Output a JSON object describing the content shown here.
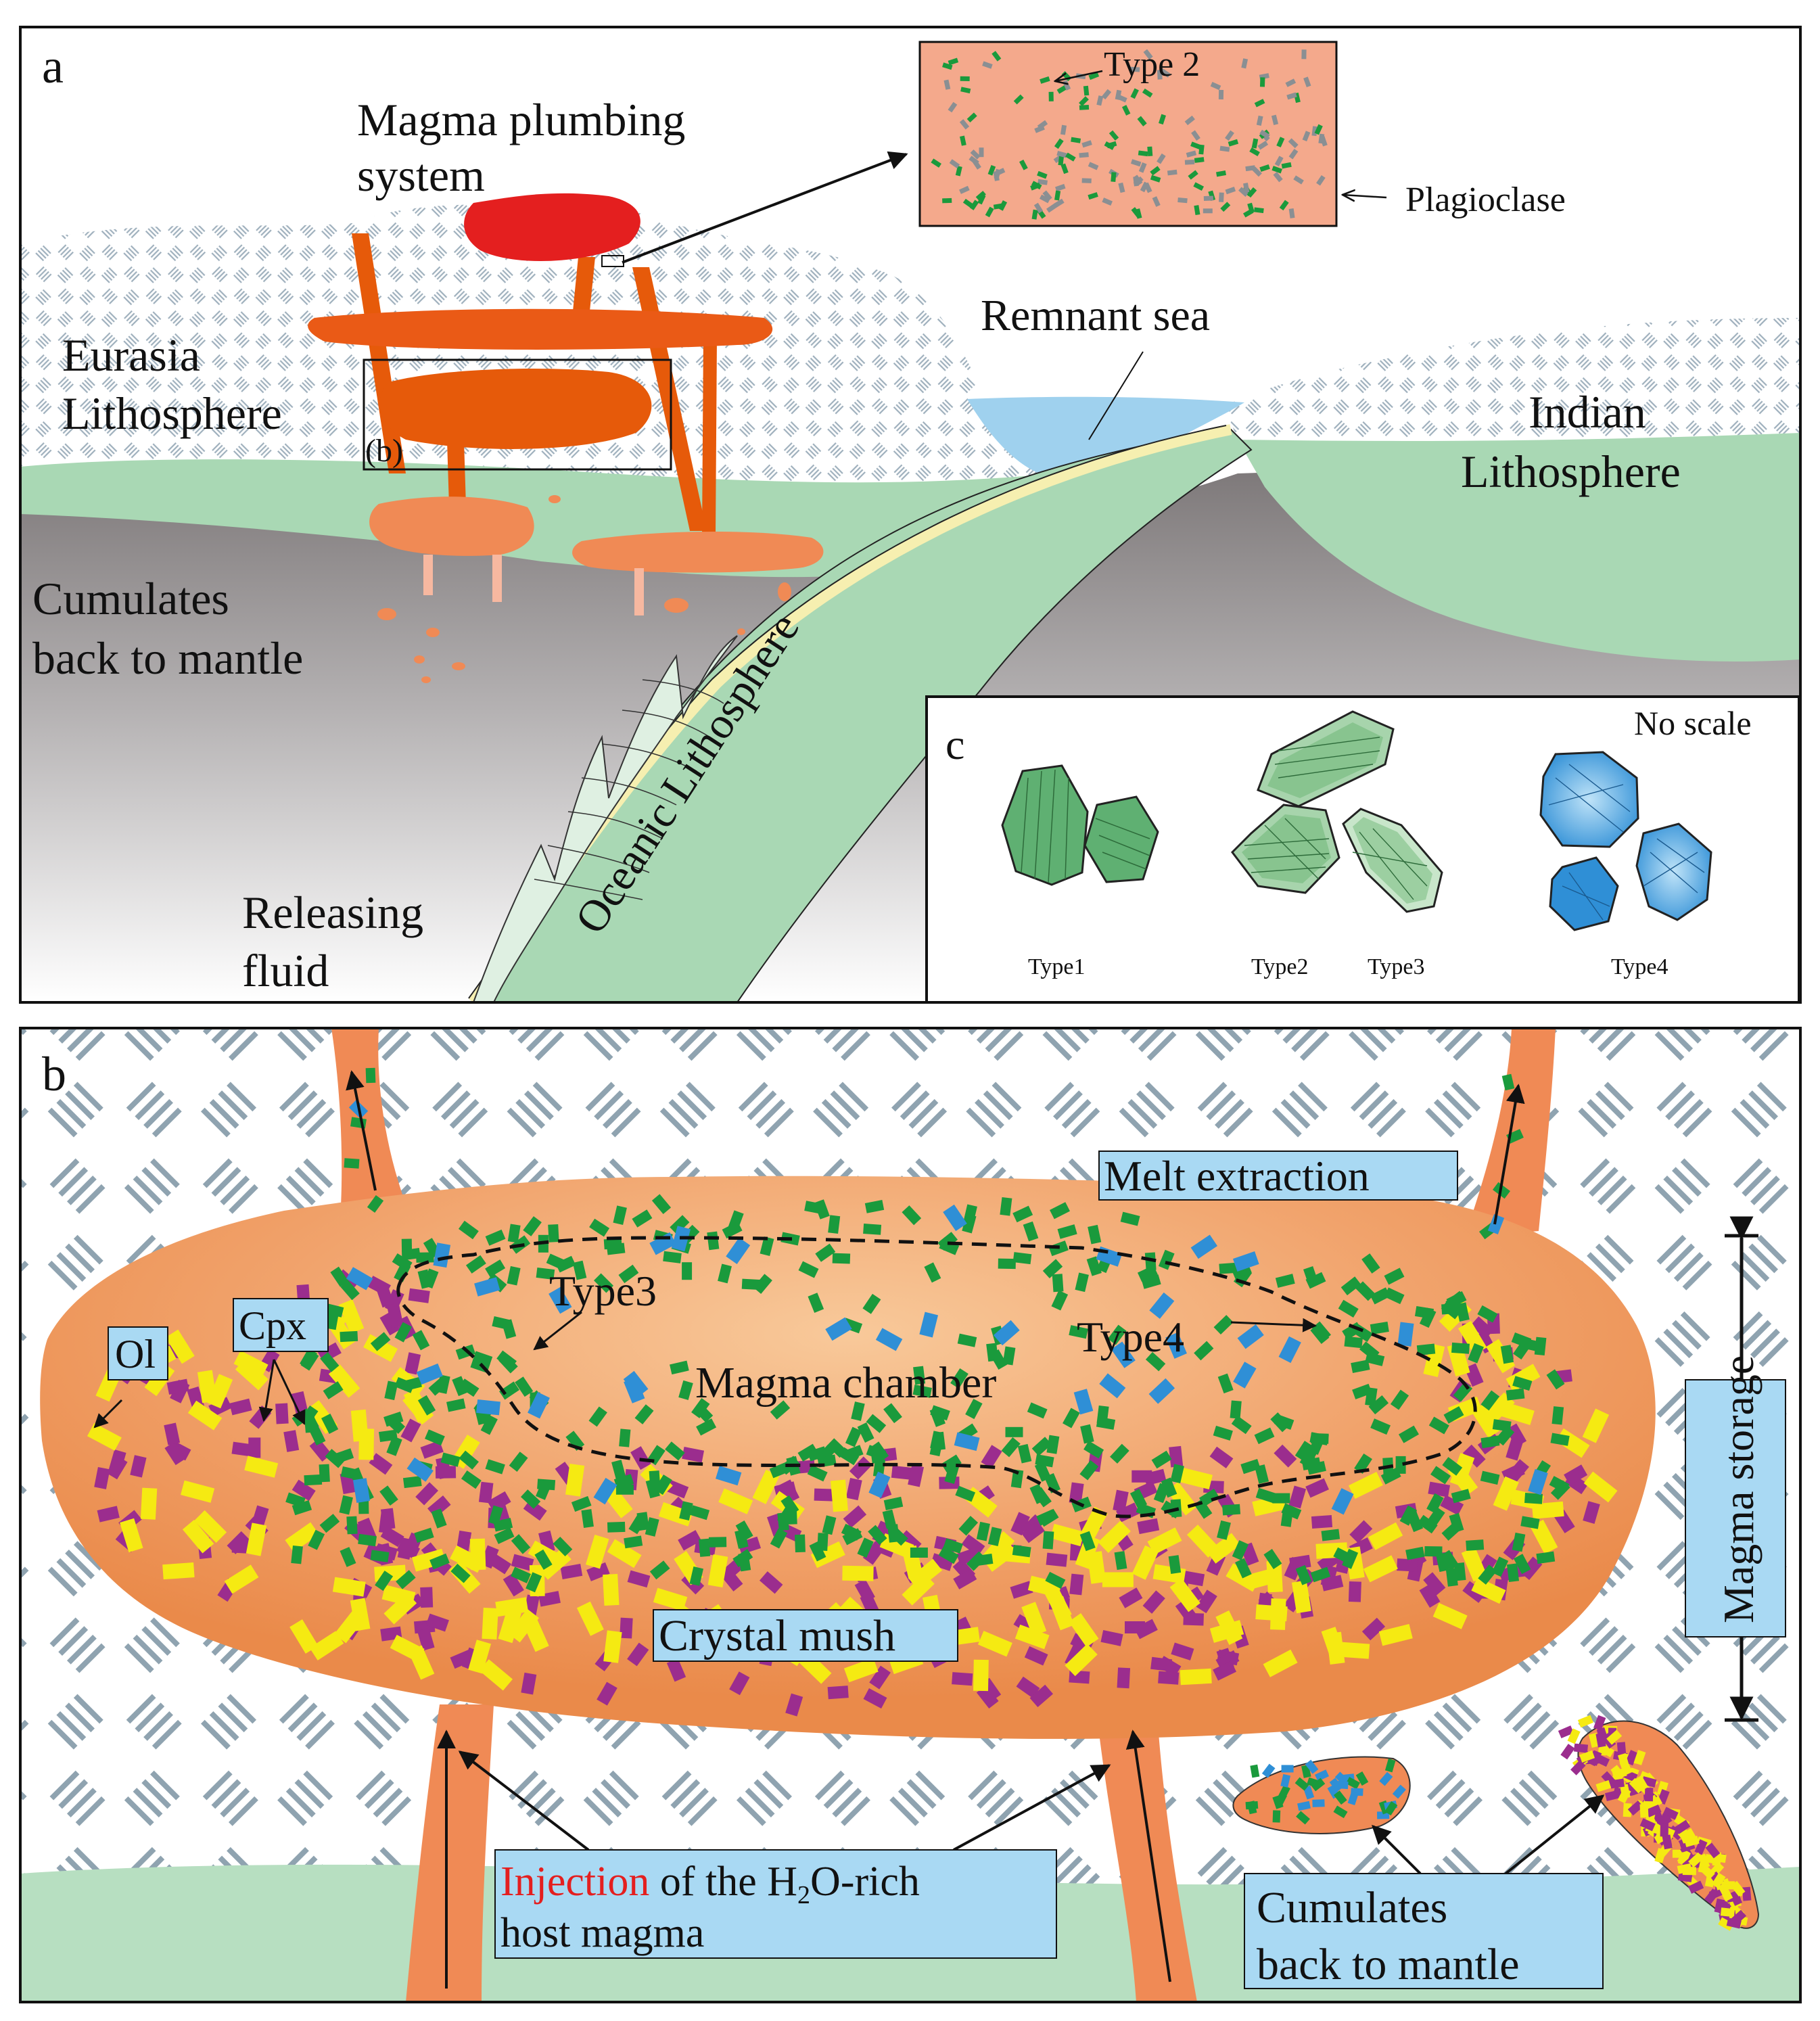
{
  "panel_a": {
    "letter": "a",
    "magma_plumbing_1": "Magma plumbing",
    "magma_plumbing_2": "system",
    "type2_inset": "Type 2",
    "plagioclase": "Plagioclase",
    "remnant_sea": "Remnant sea",
    "eurasia_1": "Eurasia",
    "eurasia_2": "Lithosphere",
    "box_b": "(b)",
    "indian_1": "Indian",
    "indian_2": "Lithosphere",
    "cumulates_1": "Cumulates",
    "cumulates_2": "back to mantle",
    "oceanic": "Oceanic Lithosphere",
    "releasing_1": "Releasing",
    "releasing_2": "fluid"
  },
  "panel_c": {
    "letter": "c",
    "no_scale": "No scale",
    "type1": "Type1",
    "type2": "Type2",
    "type3": "Type3",
    "type4": "Type4"
  },
  "panel_b": {
    "letter": "b",
    "melt_extraction": "Melt extraction",
    "type3": "Type3",
    "type4": "Type4",
    "ol": "Ol",
    "cpx": "Cpx",
    "magma_chamber": "Magma chamber",
    "magma_storage": "Magma storage",
    "crystal_mush": "Crystal mush",
    "injection_red": "Injection",
    "injection_rest_a": " of the H",
    "injection_sub": "2",
    "injection_rest_b": "O-rich",
    "injection_2": "host magma",
    "cumulates_1": "Cumulates",
    "cumulates_2": "back to mantle"
  },
  "colors": {
    "magma_red": "#e41f1f",
    "magma_orange": "#e65a0a",
    "magma_light": "#f08a55",
    "chamber": "#f0a36c",
    "mantle_green": "#a9d8b4",
    "sea_blue": "#9fd1ee",
    "label_box": "#a9d9f3",
    "plag_green": "#1a9a3c",
    "type4_blue": "#2f8fd6",
    "ol_purple": "#9b2d8e",
    "cpx_yellow": "#f5ea12",
    "slab_yellow": "#f8f1b0",
    "hatch_gray": "#8fa3b0"
  }
}
